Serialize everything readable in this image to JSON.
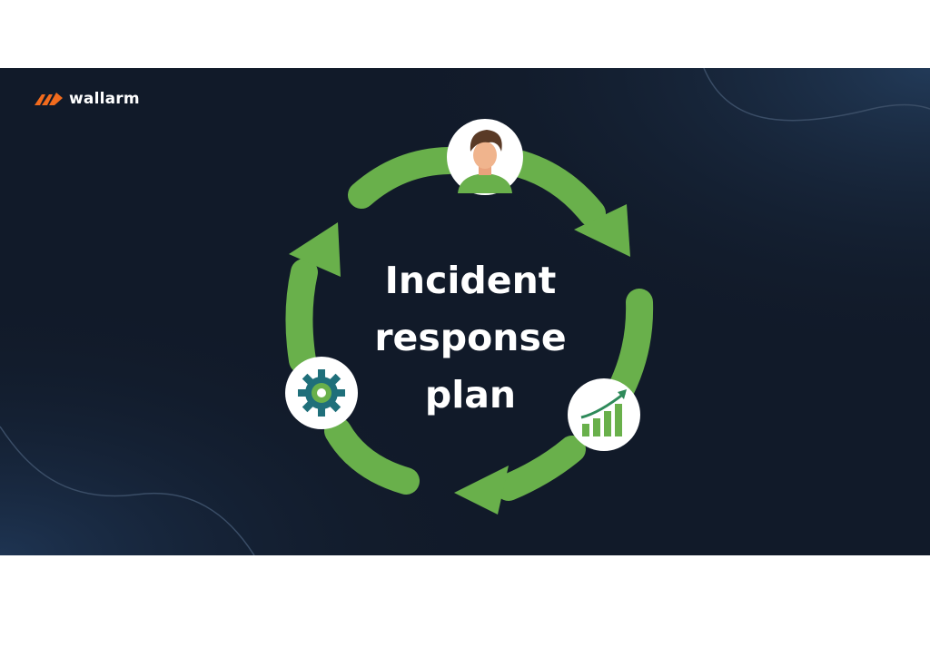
{
  "brand": {
    "name": "wallarm",
    "logo_color": "#f26b1d"
  },
  "diagram": {
    "title_lines": [
      "Incident",
      "response",
      "plan"
    ],
    "cycle_color": "#69b04b",
    "background": "#111a29",
    "nodes": [
      {
        "icon": "person-icon"
      },
      {
        "icon": "growth-chart-icon"
      },
      {
        "icon": "gear-icon"
      }
    ]
  }
}
